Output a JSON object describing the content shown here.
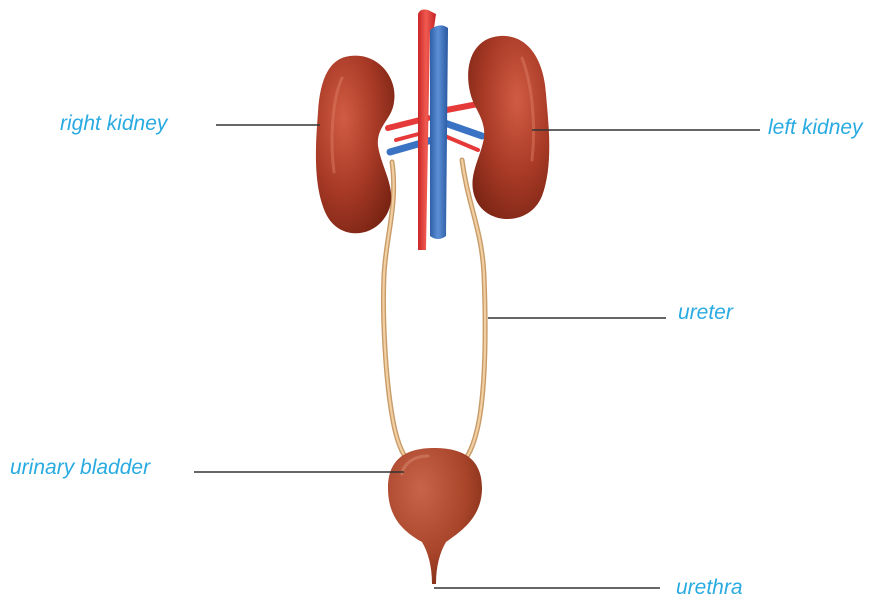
{
  "labels": {
    "right_kidney": "right kidney",
    "left_kidney": "left kidney",
    "ureter": "ureter",
    "urinary_bladder": "urinary bladder",
    "urethra": "urethra"
  },
  "colors": {
    "label_text": "#29abe2",
    "leader_line": "#333333",
    "kidney": "#a83a26",
    "kidney_highlight": "#c9503a",
    "artery": "#e63a3a",
    "vein": "#3a72c4",
    "ureter": "#e8b47c",
    "bladder": "#a9452a"
  }
}
